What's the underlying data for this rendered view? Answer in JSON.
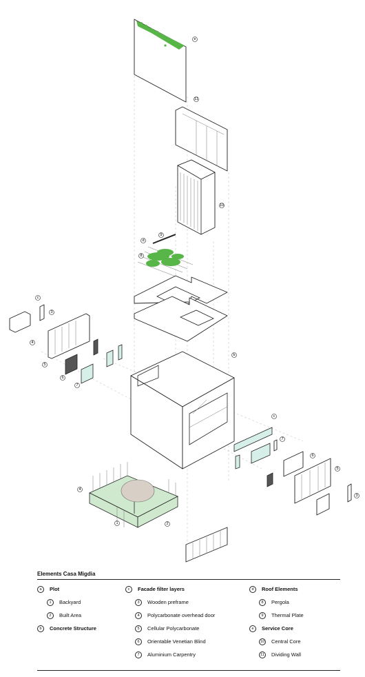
{
  "legend": {
    "title": "Elements Casa Migdia",
    "groups": [
      {
        "mark": "a",
        "label": "Plot",
        "items": [
          {
            "mark": "1",
            "label": "Backyard"
          },
          {
            "mark": "2",
            "label": "Built Area"
          }
        ]
      },
      {
        "mark": "b",
        "label": "Concrete Structure",
        "items": []
      },
      {
        "mark": "c",
        "label": "Facade filter layers",
        "items": [
          {
            "mark": "3",
            "label": "Wooden preframe"
          },
          {
            "mark": "4",
            "label": "Polycarbonate overhead door"
          },
          {
            "mark": "5",
            "label": "Cellular Polycarbonate"
          },
          {
            "mark": "6",
            "label": "Orientable Venetian Blind"
          },
          {
            "mark": "7",
            "label": "Aluminium Carpentry"
          }
        ]
      },
      {
        "mark": "d",
        "label": "Roof Elements",
        "items": [
          {
            "mark": "8",
            "label": "Pergola"
          },
          {
            "mark": "9",
            "label": "Thermal Plate"
          }
        ]
      },
      {
        "mark": "e",
        "label": "Service Core",
        "items": [
          {
            "mark": "10",
            "label": "Central Core"
          },
          {
            "mark": "11",
            "label": "Dividing Wall"
          }
        ]
      }
    ]
  },
  "callouts": {
    "e": "e",
    "11": "11",
    "10": "10",
    "9": "9",
    "d": "d",
    "8": "8",
    "c": "c",
    "3": "3",
    "4": "4",
    "5": "5",
    "6": "6",
    "7": "7",
    "b": "b",
    "1": "1",
    "2": "2"
  },
  "colors": {
    "pergola_green": "#58b548",
    "glass": "#d7efe9",
    "grass": "#cfe9cf"
  }
}
